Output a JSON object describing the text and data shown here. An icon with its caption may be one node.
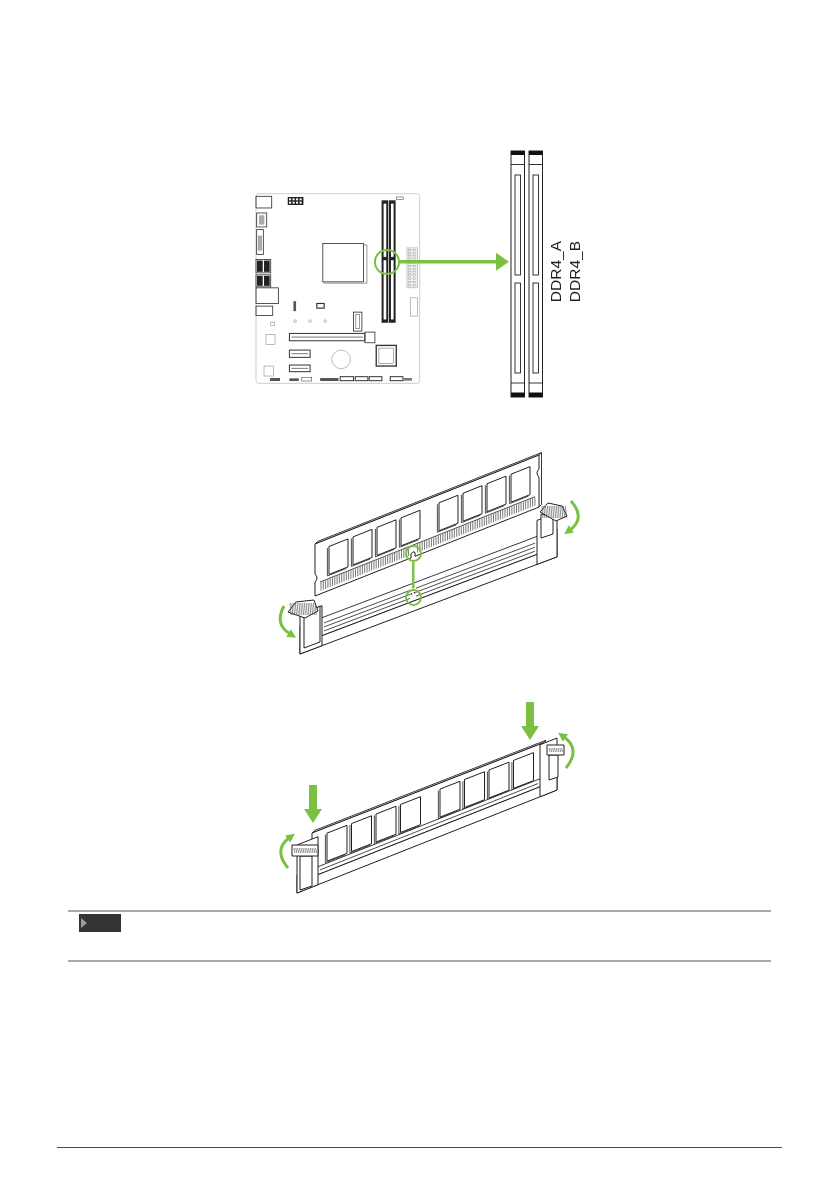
{
  "diagram": {
    "nodes": [
      {
        "text": [],
        "shape": "picture"
      },
      {
        "text": [],
        "shape": "circle",
        "in": 0
      },
      {
        "text": [],
        "shape": "picture",
        "beside": [
          "DDR4_A",
          "DDR4_B"
        ]
      },
      {
        "text": [],
        "shape": "circle"
      },
      {
        "text": [],
        "shape": "circle"
      }
    ],
    "edges": [
      {
        "from": 1,
        "to": 2,
        "arrow": "to"
      },
      {
        "from": 3,
        "to": 4,
        "arrow": "none"
      }
    ]
  }
}
